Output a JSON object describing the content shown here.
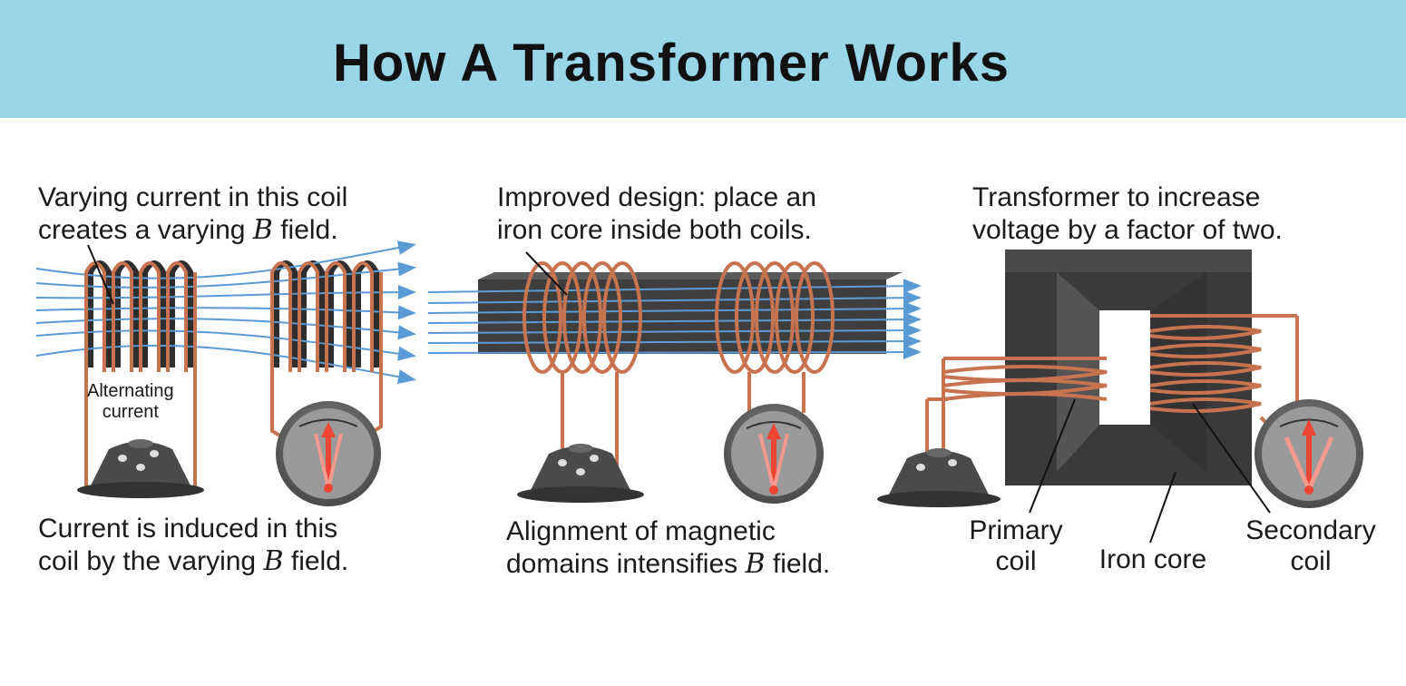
{
  "title": "How A Transformer Works",
  "colors": {
    "banner": "#99d6ea",
    "copper": "#c8734f",
    "field_lines": "#5b9bd5",
    "iron": "#3c3c3c",
    "needle": "#ee4433"
  },
  "panels": [
    {
      "caption_top": [
        "Varying current in this coil",
        "creates a varying",
        "B",
        "field."
      ],
      "source_label": [
        "Alternating",
        "current"
      ],
      "caption_bottom": [
        "Current is induced in this",
        "coil by the varying",
        "B",
        "field."
      ]
    },
    {
      "caption_top": [
        "Improved design:  place an",
        "iron core inside both coils."
      ],
      "caption_bottom": [
        "Alignment of magnetic",
        "domains intensifies",
        "B",
        "field."
      ]
    },
    {
      "caption_top": [
        "Transformer to increase",
        "voltage by a factor of two."
      ],
      "labels": {
        "primary": [
          "Primary",
          "coil"
        ],
        "iron_core": "Iron core",
        "secondary": [
          "Secondary",
          "coil"
        ]
      }
    }
  ]
}
